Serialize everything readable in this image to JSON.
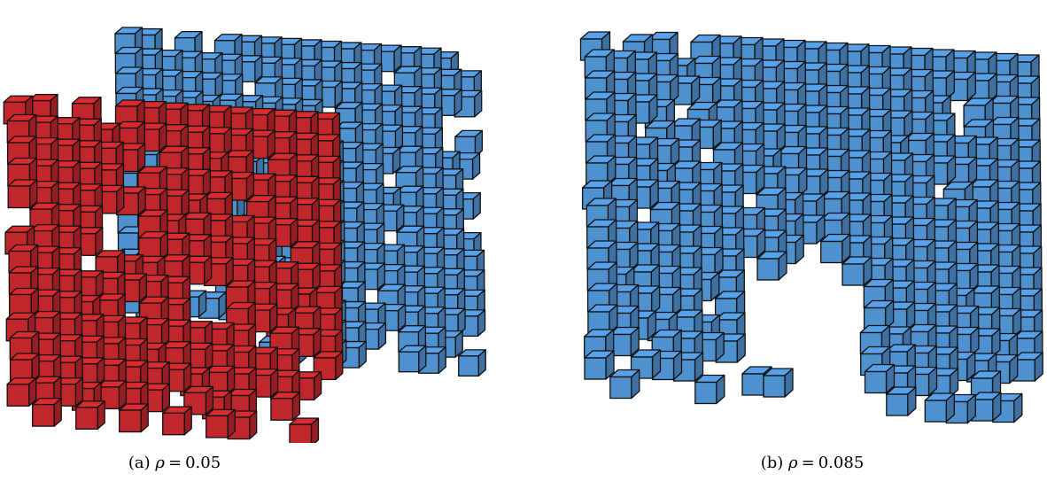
{
  "panels": [
    {
      "label": "(a)",
      "variable": "ρ",
      "value": "0.05",
      "colors": {
        "front": "#c0262b",
        "back": "#4f90cf"
      }
    },
    {
      "label": "(b)",
      "variable": "ρ",
      "value": "0.085",
      "colors": {
        "back": "#4f90cf"
      }
    }
  ],
  "style": {
    "edge_color": "#111111",
    "background": "#ffffff"
  }
}
